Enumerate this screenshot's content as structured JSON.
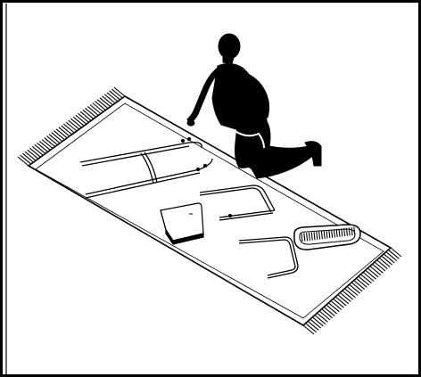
{
  "illustration": {
    "line_color": "#000000",
    "background_color": "#ffffff",
    "icons": [
      "kneeling-person-silhouette",
      "fringed-rug",
      "tent-pole-frame",
      "folded-panel",
      "coiled-strap"
    ]
  }
}
